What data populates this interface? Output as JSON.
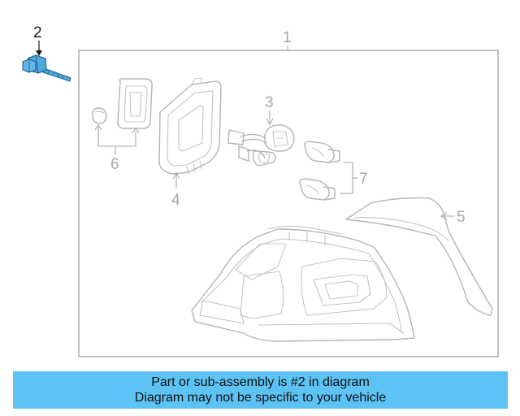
{
  "diagram": {
    "callouts": {
      "part_1": "1",
      "part_2": "2",
      "part_3": "3",
      "part_4": "4",
      "part_5": "5",
      "part_6": "6",
      "part_7": "7"
    },
    "highlighted_part": "2",
    "colors": {
      "highlight_part": "#4fa8e0",
      "banner": "#5cc3f4",
      "line_art": "#b4b4b4"
    }
  },
  "banner": {
    "line_1": "Part or sub-assembly is #2 in diagram",
    "line_2": "Diagram may not be specific to your vehicle"
  }
}
